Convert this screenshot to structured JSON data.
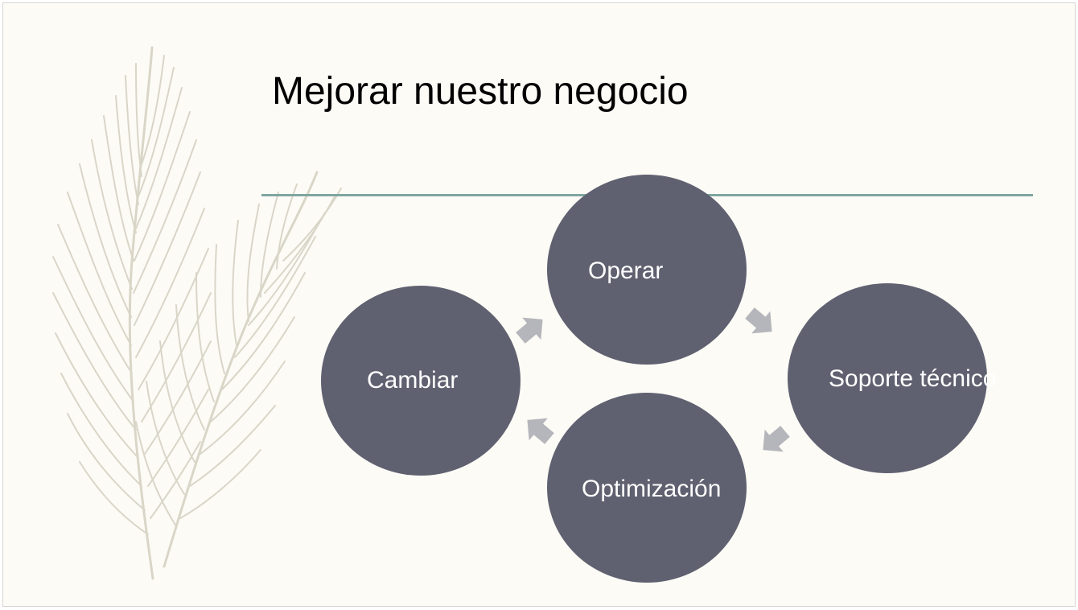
{
  "slide": {
    "title": "Mejorar nuestro negocio",
    "accent_line_color": "#7fa6a0",
    "background_color": "#fdfbf6"
  },
  "diagram": {
    "type": "cycle",
    "node_color": "#5f6170",
    "arrow_color": "#b5b6bb",
    "nodes": [
      {
        "label": "Operar"
      },
      {
        "label": "Soporte técnico"
      },
      {
        "label": "Optimización"
      },
      {
        "label": "Cambiar"
      }
    ],
    "decoration_icon": "feather-icon"
  }
}
